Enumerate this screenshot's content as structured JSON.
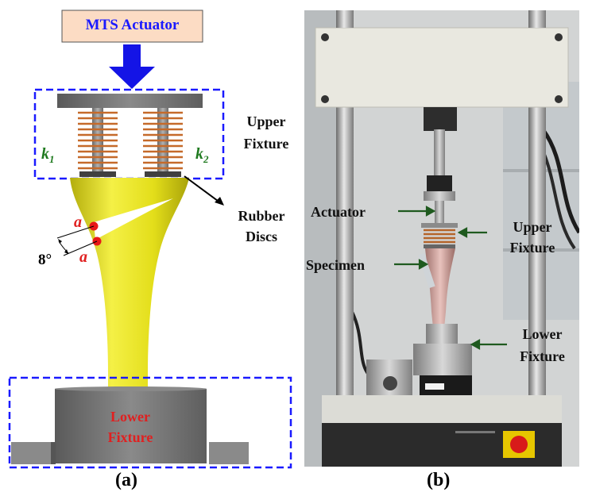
{
  "panel_a": {
    "actuator_label": "MTS Actuator",
    "upper_fixture_line1": "Upper",
    "upper_fixture_line2": "Fixture",
    "k1": "k",
    "k1_sub": "1",
    "k2": "k",
    "k2_sub": "2",
    "rubber_line1": "Rubber",
    "rubber_line2": "Discs",
    "point_a1": "a",
    "point_a2": "a",
    "angle": "8°",
    "lower_fixture_line1": "Lower",
    "lower_fixture_line2": "Fixture",
    "caption": "(a)"
  },
  "panel_b": {
    "actuator": "Actuator",
    "upper_fixture_line1": "Upper",
    "upper_fixture_line2": "Fixture",
    "specimen": "Specimen",
    "lower_fixture_line1": "Lower",
    "lower_fixture_line2": "Fixture",
    "caption": "(b)"
  },
  "colors": {
    "actuator_box_fill": "#fcdcc4",
    "arrow_blue": "#1414e6",
    "dash_blue": "#1a1aff",
    "bone_yellow": "#e8e41c",
    "fixture_gray": "#6f6f6f",
    "label_green": "#1f7a1f",
    "label_red": "#e02020"
  }
}
